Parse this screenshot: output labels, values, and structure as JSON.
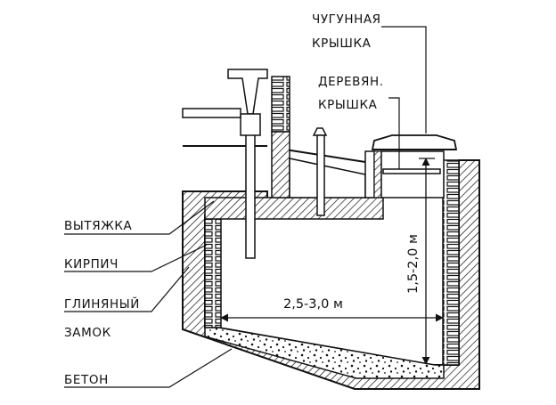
{
  "diagram": {
    "labels": {
      "cast_iron_lid_1": "ЧУГУННАЯ",
      "cast_iron_lid_2": "КРЫШКА",
      "wood_lid_1": "ДЕРЕВЯН.",
      "wood_lid_2": "КРЫШКА",
      "vent": "ВЫТЯЖКА",
      "brick": "КИРПИЧ",
      "clay_1": "ГЛИНЯНЫЙ",
      "clay_2": "ЗАМОК",
      "concrete": "БЕТОН"
    },
    "dimensions": {
      "width": "2,5-3,0 м",
      "depth": "1,5-2,0 м"
    },
    "colors": {
      "line": "#111111",
      "background": "#ffffff"
    }
  }
}
